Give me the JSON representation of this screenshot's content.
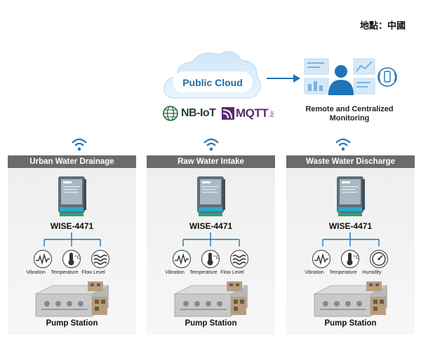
{
  "location": "地點：中國",
  "cloud": {
    "label": "Public Cloud"
  },
  "protocols": {
    "nbiot": "NB-IoT",
    "mqtt": "MQTT",
    "mqtt_sub": ".org"
  },
  "monitoring": {
    "line1": "Remote and Centralized",
    "line2": "Monitoring"
  },
  "colors": {
    "accent": "#1f73b7",
    "panel_header": "#6b6b6b",
    "mqtt": "#5b2a75"
  },
  "stations": [
    {
      "title": "Urban Water Drainage",
      "device": "WISE-4471",
      "sensors": [
        {
          "label": "Vibration",
          "icon": "vibration-icon"
        },
        {
          "label": "Temperature",
          "icon": "thermometer-icon"
        },
        {
          "label": "Flow Level",
          "icon": "wave-icon"
        }
      ],
      "site": "Pump Station"
    },
    {
      "title": "Raw Water Intake",
      "device": "WISE-4471",
      "sensors": [
        {
          "label": "Vibration",
          "icon": "vibration-icon"
        },
        {
          "label": "Temperature",
          "icon": "thermometer-icon"
        },
        {
          "label": "Flow Level",
          "icon": "wave-icon"
        }
      ],
      "site": "Pump Station"
    },
    {
      "title": "Waste Water Discharge",
      "device": "WISE-4471",
      "sensors": [
        {
          "label": "Vibration",
          "icon": "vibration-icon"
        },
        {
          "label": "Temperature",
          "icon": "thermometer-icon"
        },
        {
          "label": "Humidity",
          "icon": "gauge-icon"
        }
      ],
      "site": "Pump Station"
    }
  ]
}
